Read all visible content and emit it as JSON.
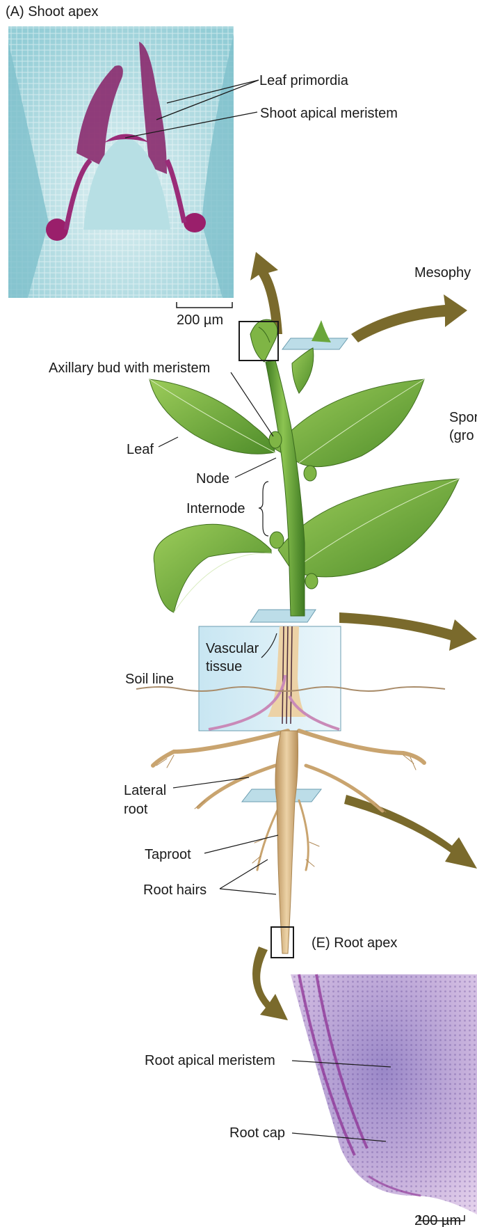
{
  "panels": {
    "shoot_apex": {
      "title": "(A)  Shoot apex",
      "scale_bar": "200 µm"
    },
    "root_apex": {
      "title": "(E)  Root apex",
      "scale_bar": "200 µm"
    }
  },
  "labels": {
    "leaf_primordia": "Leaf primordia",
    "shoot_apical_meristem": "Shoot apical meristem",
    "mesophyll_cut": "Mesophy",
    "axillary_bud": "Axillary bud with meristem",
    "sporophyte_cut_1": "Spor",
    "sporophyte_cut_2": "(gro",
    "leaf": "Leaf",
    "node": "Node",
    "internode": "Internode",
    "vascular_tissue_1": "Vascular",
    "vascular_tissue_2": "tissue",
    "soil_line": "Soil line",
    "lateral_root_1": "Lateral",
    "lateral_root_2": "root",
    "taproot": "Taproot",
    "root_hairs": "Root hairs",
    "root_apical_meristem": "Root apical meristem",
    "root_cap": "Root cap"
  },
  "colors": {
    "arrow": "#7a6a2c",
    "leaf_green": "#6aa63a",
    "stem_green": "#5d9a33",
    "root_tan": "#d9b683",
    "vascular_pink": "#c98ab8",
    "shoot_stain_bg": "#9fd2d8",
    "shoot_stain_purple": "#8a2a6e",
    "root_stain": "#a456a8",
    "soil_line": "#a98c6a",
    "glass_slide": "#bcdde8"
  }
}
